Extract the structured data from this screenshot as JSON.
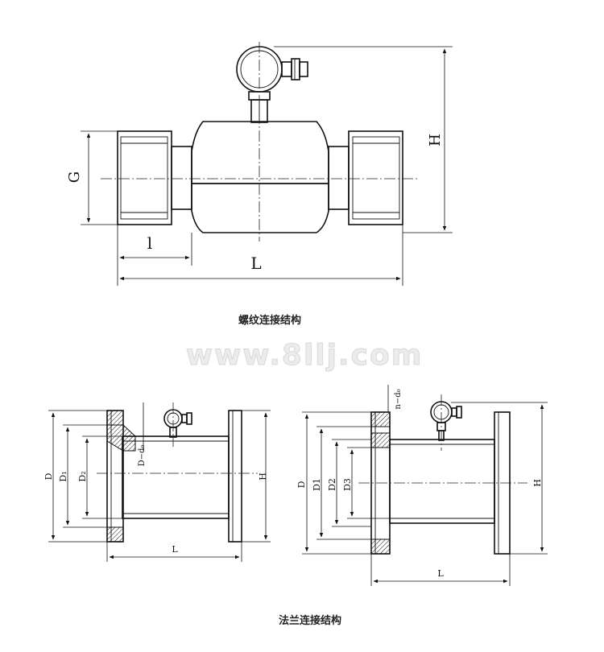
{
  "top_drawing": {
    "caption": "螺纹连接结构",
    "labels": {
      "G": "G",
      "l": "l",
      "L": "L",
      "H": "H"
    }
  },
  "watermark": "www.8llj.com",
  "bottom_left_drawing": {
    "labels": {
      "D": "D",
      "D1": "D₁",
      "D2": "D₂",
      "d0": "D−d₀",
      "H": "H",
      "L": "L"
    }
  },
  "bottom_right_drawing": {
    "labels": {
      "D": "D",
      "D1": "D1",
      "D2": "D2",
      "D3": "D3",
      "nd": "n−d₀",
      "H": "H",
      "L": "L"
    }
  },
  "bottom_caption": "法兰连接结构"
}
